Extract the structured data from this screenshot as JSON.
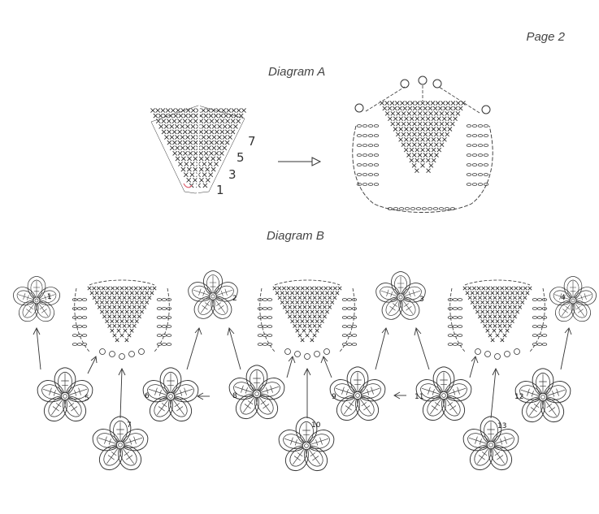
{
  "page_label": "Page 2",
  "diagram_a": {
    "title": "Diagram A",
    "row_numbers": [
      "7",
      "5",
      "3",
      "1"
    ]
  },
  "diagram_b": {
    "title": "Diagram B",
    "motif_numbers": [
      "1",
      "2",
      "3",
      "4",
      "5",
      "6",
      "7",
      "8",
      "9",
      "10",
      "11",
      "12",
      "13"
    ]
  },
  "colors": {
    "ink": "#333333",
    "start_mark": "#e06070"
  }
}
